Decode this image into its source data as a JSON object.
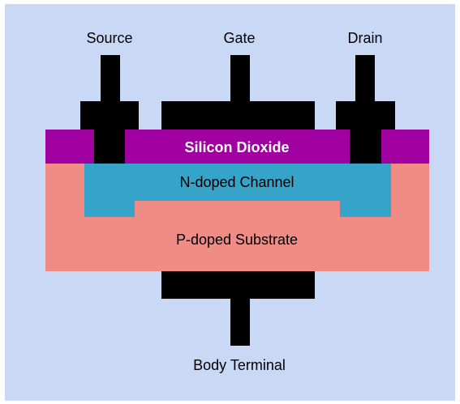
{
  "diagram": {
    "terminals": {
      "source": "Source",
      "gate": "Gate",
      "drain": "Drain",
      "body": "Body Terminal"
    },
    "layers": {
      "oxide": "Silicon Dioxide",
      "channel": "N-doped Channel",
      "substrate": "P-doped Substrate"
    },
    "colors": {
      "background": "#c9d8f5",
      "oxide": "#a100a0",
      "channel": "#36a4c8",
      "substrate": "#f08c86",
      "metal": "#000000",
      "oxide_text": "#ffffff",
      "layer_text": "#000000"
    }
  }
}
